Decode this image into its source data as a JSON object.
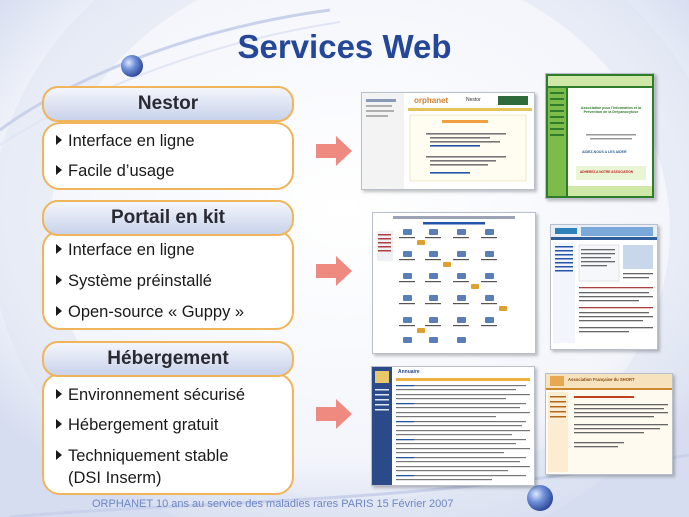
{
  "title": "Services Web",
  "sections": [
    {
      "heading": "Nestor",
      "items": [
        "Interface en ligne",
        "Facile d’usage"
      ]
    },
    {
      "heading": "Portail en kit",
      "items": [
        "Interface en ligne",
        "Système préinstallé",
        "Open-source « Guppy »"
      ]
    },
    {
      "heading": "Hébergement",
      "items": [
        "Environnement sécurisé",
        "Hébergement gratuit",
        "Techniquement stable",
        "(DSI Inserm)"
      ]
    }
  ],
  "footer": "ORPHANET 10 ans au service des maladies rares PARIS 15 Février 2007",
  "screenshots": {
    "nestor_main_logo": "orphanet",
    "nestor_main_sub": "Nestor",
    "nestor_side_title": "Association pour l'Information et la Prévention de la Drépanocytose",
    "nestor_side_cta": "AIDEZ-NOUS A LES AIDER",
    "nestor_side_cta2": "ADHEREZ A NOTRE ASSOCIATION",
    "hosting_main_heading": "Annuaire",
    "hosting_side_heading": "Association Française du SHORT"
  },
  "colors": {
    "title": "#25479a",
    "section_border": "#f0b45a",
    "arrow": "#ee8a80",
    "footer": "#6d86c4"
  }
}
